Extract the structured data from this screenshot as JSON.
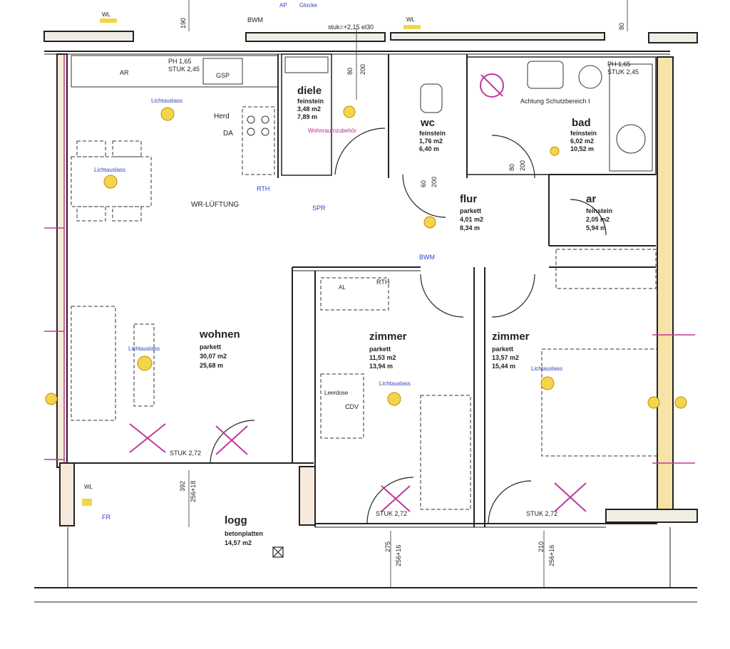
{
  "rooms": {
    "wohnen": {
      "name": "wohnen",
      "floor": "parkett",
      "area": "30,07 m2",
      "perimeter": "25,68  m"
    },
    "diele": {
      "name": "diele",
      "floor": "feinstein",
      "area": "3,48 m2",
      "perimeter": "7,89  m"
    },
    "wc": {
      "name": "wc",
      "floor": "feinstein",
      "area": "1,76 m2",
      "perimeter": "6,40  m"
    },
    "bad": {
      "name": "bad",
      "floor": "feinstein",
      "area": "6,02 m2",
      "perimeter": "10,52  m"
    },
    "flur": {
      "name": "flur",
      "floor": "parkett",
      "area": "4,01 m2",
      "perimeter": "8,34  m"
    },
    "ar": {
      "name": "ar",
      "floor": "feinstein",
      "area": "2,05 m2",
      "perimeter": "5,94  m"
    },
    "zimmer1": {
      "name": "zimmer",
      "floor": "parkett",
      "area": "11,53 m2",
      "perimeter": "13,94  m"
    },
    "zimmer2": {
      "name": "zimmer",
      "floor": "parkett",
      "area": "13,57 m2",
      "perimeter": "15,44  m"
    },
    "logg": {
      "name": "logg",
      "floor": "betonplatten",
      "area": "14,57 m2"
    }
  },
  "labels": {
    "herd": "Herd",
    "da": "DA",
    "wr_lueftung": "WR-LÜFTUNG",
    "rth1": "RTH",
    "rth2": "RTH",
    "bwm_top": "BWM",
    "bwm_flur": "BWM",
    "spr": "SPR",
    "wl1": "WL",
    "wl2": "WL",
    "wl3": "WL",
    "stuk_top": "stuk=+2,15 el30",
    "ph_left": "PH 1,65",
    "stuk_left": "STUK 2,45",
    "ph_right": "PH 1,65",
    "stuk_right": "STUK 2,45",
    "stuk_wohnen": "STUK 2,72",
    "stuk_z1": "STUK 2,72",
    "stuk_z2": "STUK 2,72",
    "achtung": "Achtung Schutzbereich I",
    "lichtauslass": "Lichtauslass",
    "wohnraumzubehoer": "Wohnraumzubehör",
    "cdv": "CDV",
    "leerdose": "Leerdose",
    "al": "AL",
    "fr": "FR",
    "gsp": "GSP",
    "ar_small": "AR",
    "dim_190": "190",
    "dim_80": "80",
    "dim_200": "200",
    "dim_60": "60",
    "dim_392": "392",
    "dim_256": "256+18",
    "dim_275": "275",
    "dim_210": "210",
    "dim_256b": "256+16",
    "dim_256c": "256+16",
    "ap": "AP",
    "glocke": "Glocke"
  },
  "colors": {
    "wall": "#222222",
    "pink": "#c0399a",
    "blue": "#3344bb",
    "yellow": "#f2d54a",
    "wallfill": "#f2ead0",
    "column": "#f5e3a8"
  }
}
